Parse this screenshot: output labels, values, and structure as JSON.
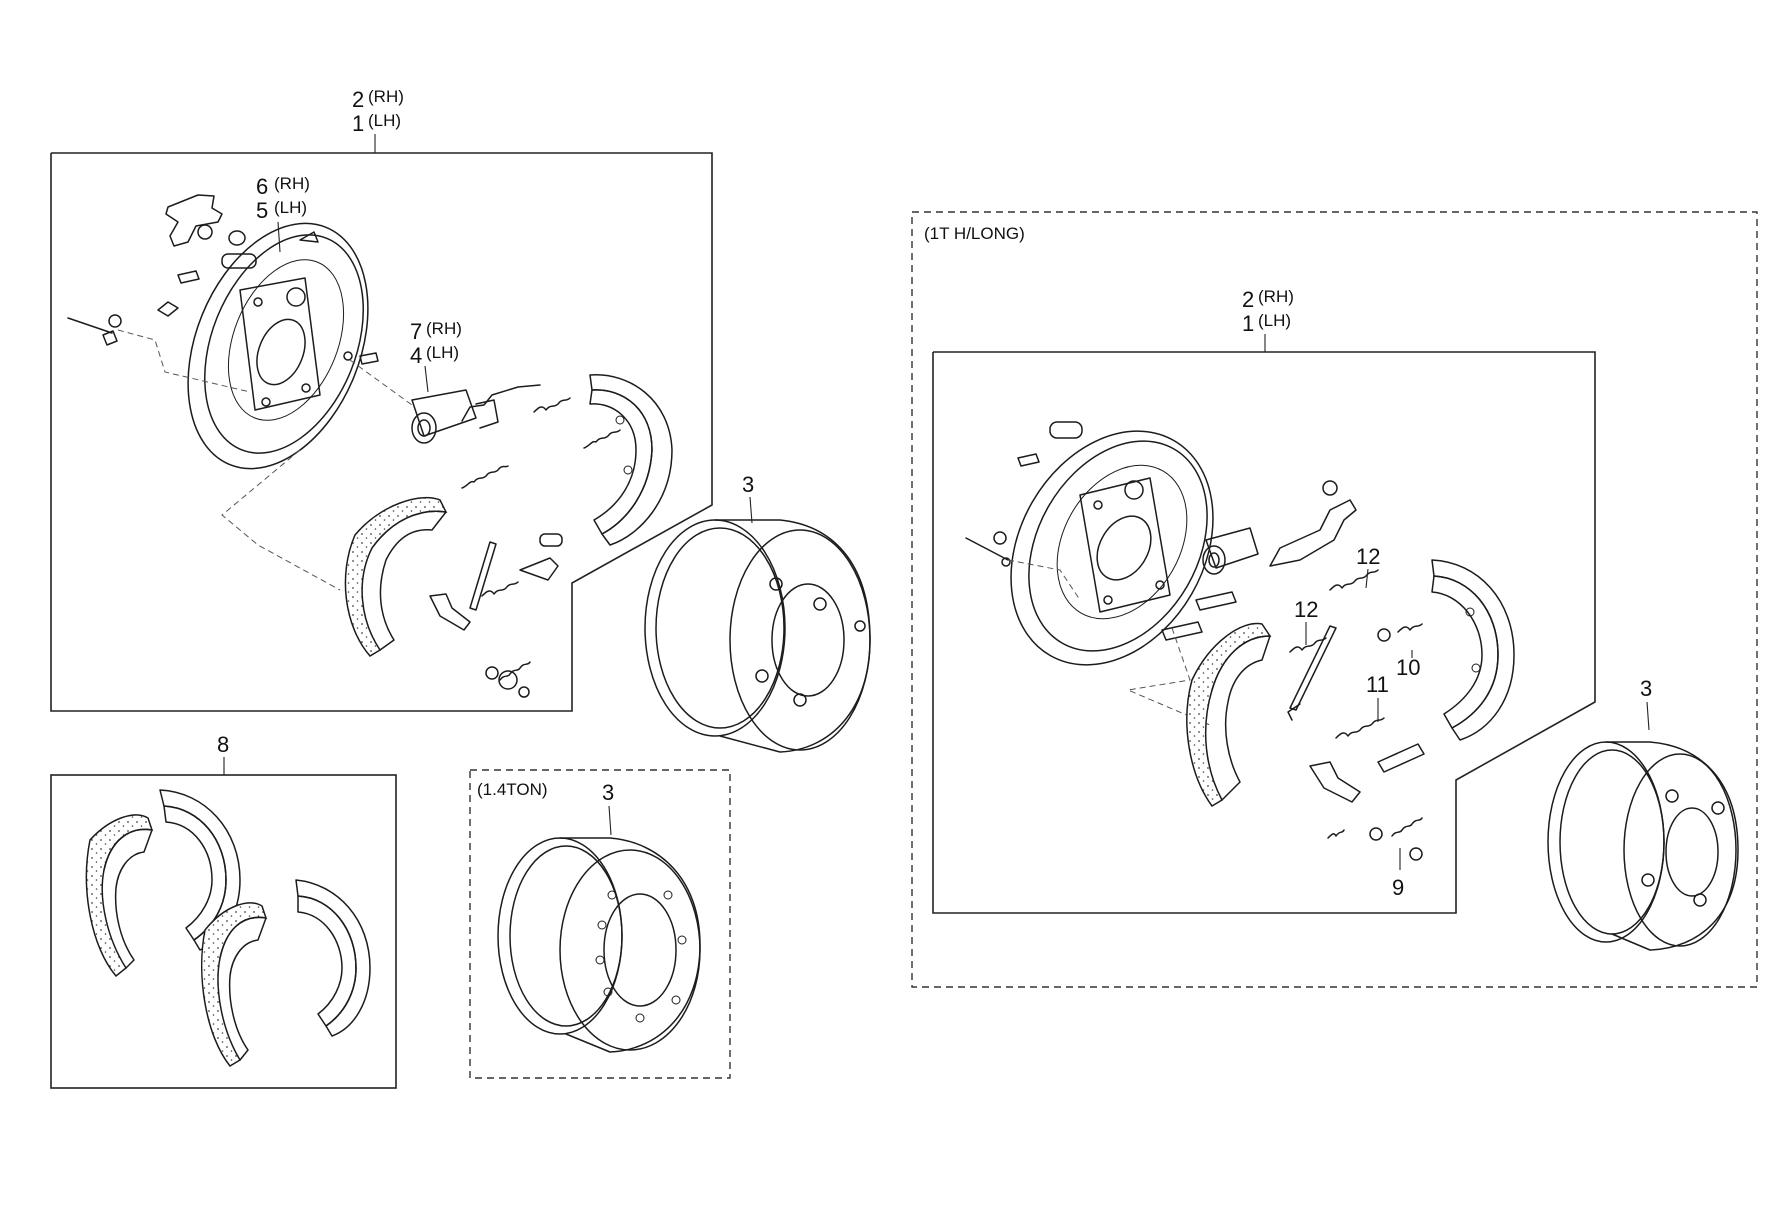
{
  "callouts": {
    "c_2rh_top": {
      "num": "2",
      "side": "(RH)"
    },
    "c_1lh_top": {
      "num": "1",
      "side": "(LH)"
    },
    "c_6rh": {
      "num": "6",
      "side": "(RH)"
    },
    "c_5lh": {
      "num": "5",
      "side": "(LH)"
    },
    "c_7rh": {
      "num": "7",
      "side": "(RH)"
    },
    "c_4lh": {
      "num": "4",
      "side": "(LH)"
    },
    "c_3_left": {
      "num": "3"
    },
    "c_8": {
      "num": "8"
    },
    "c_3_mid": {
      "num": "3"
    },
    "c_2rh_right": {
      "num": "2",
      "side": "(RH)"
    },
    "c_1lh_right": {
      "num": "1",
      "side": "(LH)"
    },
    "c_12a": {
      "num": "12"
    },
    "c_12b": {
      "num": "12"
    },
    "c_10": {
      "num": "10"
    },
    "c_11": {
      "num": "11"
    },
    "c_9": {
      "num": "9"
    },
    "c_3_right": {
      "num": "3"
    }
  },
  "variants": {
    "ton14": "(1.4TON)",
    "long1t": "(1T H/LONG)"
  },
  "colors": {
    "line": "#1c1c1c",
    "background": "#ffffff"
  }
}
